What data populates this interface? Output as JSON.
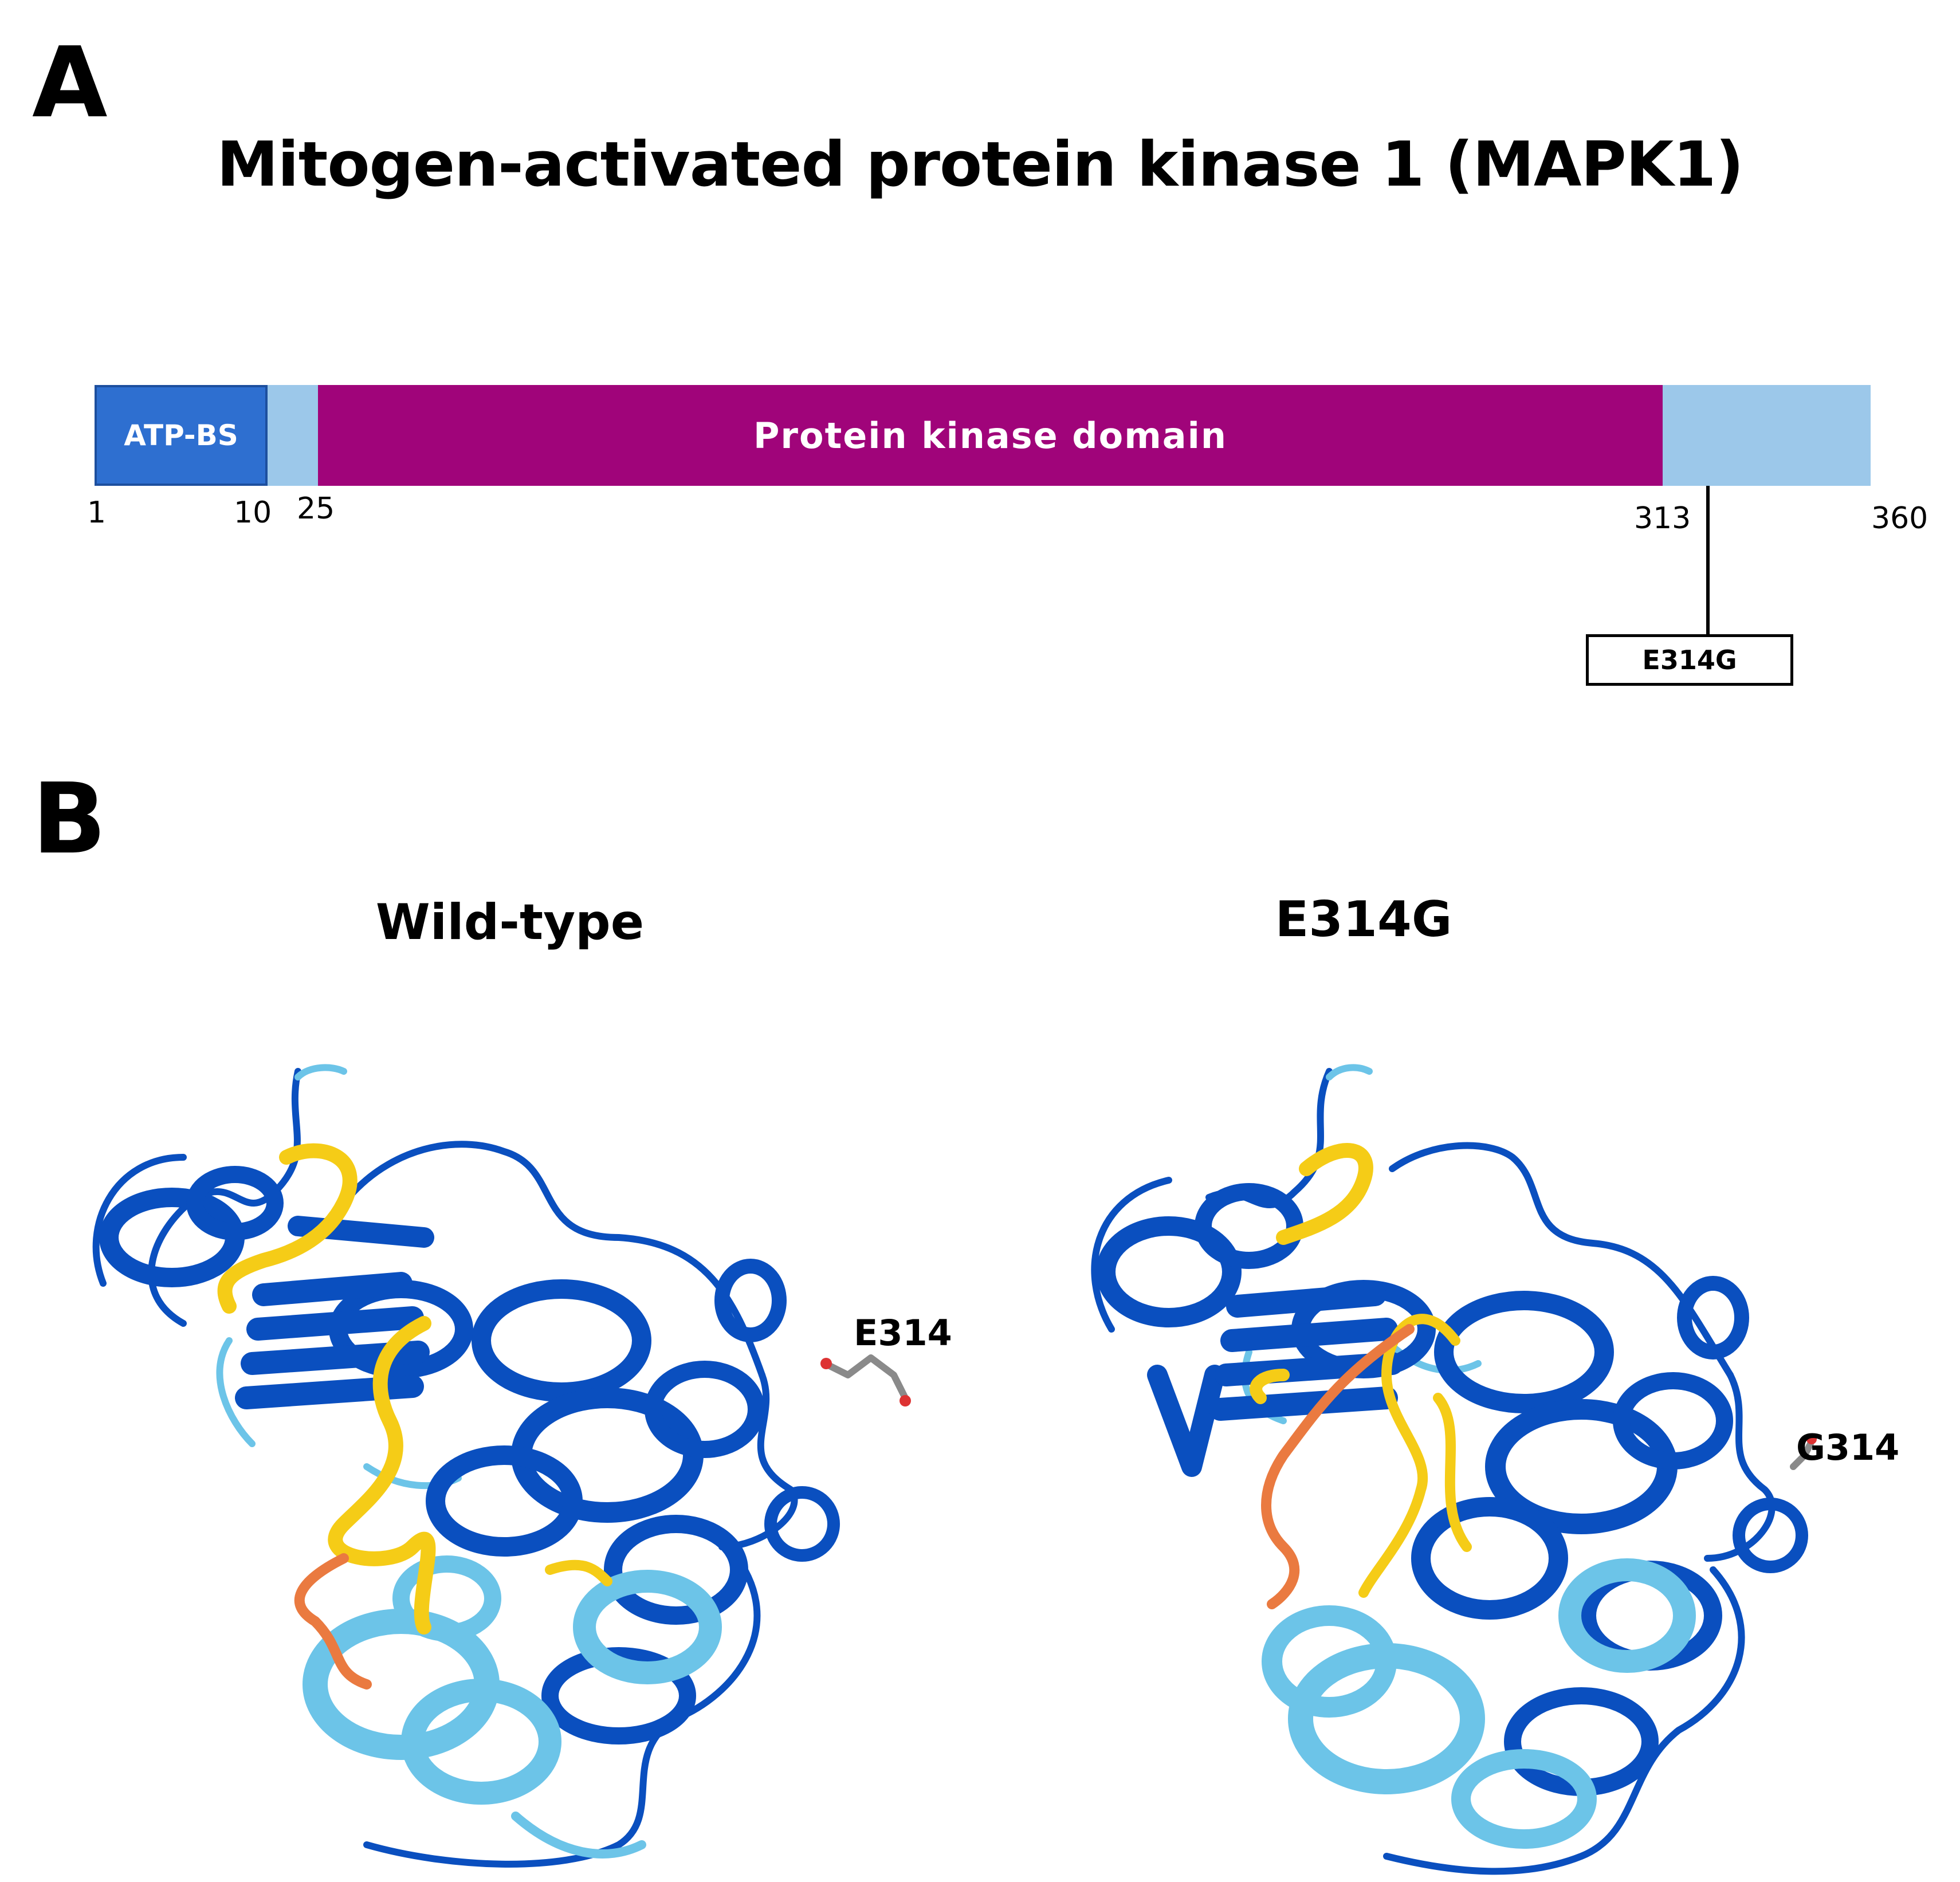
{
  "panelA": {
    "letter": "A",
    "title": "Mitogen-activated protein kinase 1 (MAPK1)",
    "domains": {
      "atp_label": "ATP-BS",
      "kinase_label": "Protein kinase domain"
    },
    "positions": {
      "p1": "1",
      "p10": "10",
      "p25": "25",
      "p313": "313",
      "p360": "360"
    },
    "mutation": "E314G",
    "colors": {
      "atp_binding_site": "#2e6fd0",
      "kinase_domain": "#a0047a",
      "background_chain": "#9cc8ea"
    }
  },
  "panelB": {
    "letter": "B",
    "left_title": "Wild-type",
    "right_title": "E314G",
    "left_residue": "E314",
    "right_residue": "G314",
    "colors": {
      "very_high_confidence": "#0a4fbf",
      "confident": "#6cc4e8",
      "low_confidence": "#f5cc17",
      "very_low_confidence": "#ea7a40"
    }
  }
}
